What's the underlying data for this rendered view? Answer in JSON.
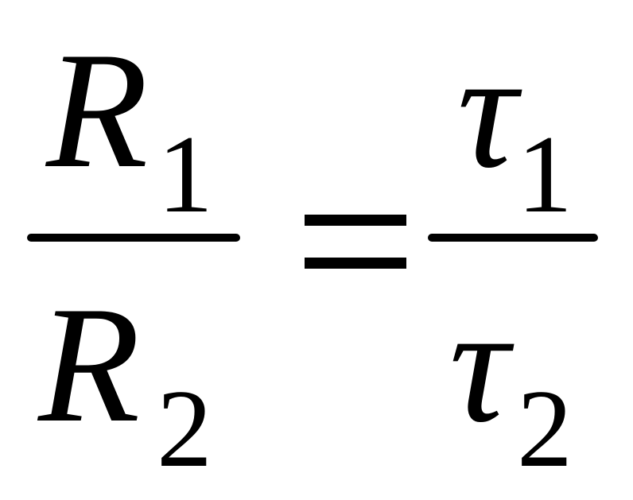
{
  "equation": {
    "left": {
      "numerator": {
        "symbol": "R",
        "subscript": "1"
      },
      "denominator": {
        "symbol": "R",
        "subscript": "2"
      }
    },
    "relation": "=",
    "right": {
      "numerator": {
        "symbol": "τ",
        "subscript": "1"
      },
      "denominator": {
        "symbol": "τ",
        "subscript": "2"
      }
    }
  }
}
